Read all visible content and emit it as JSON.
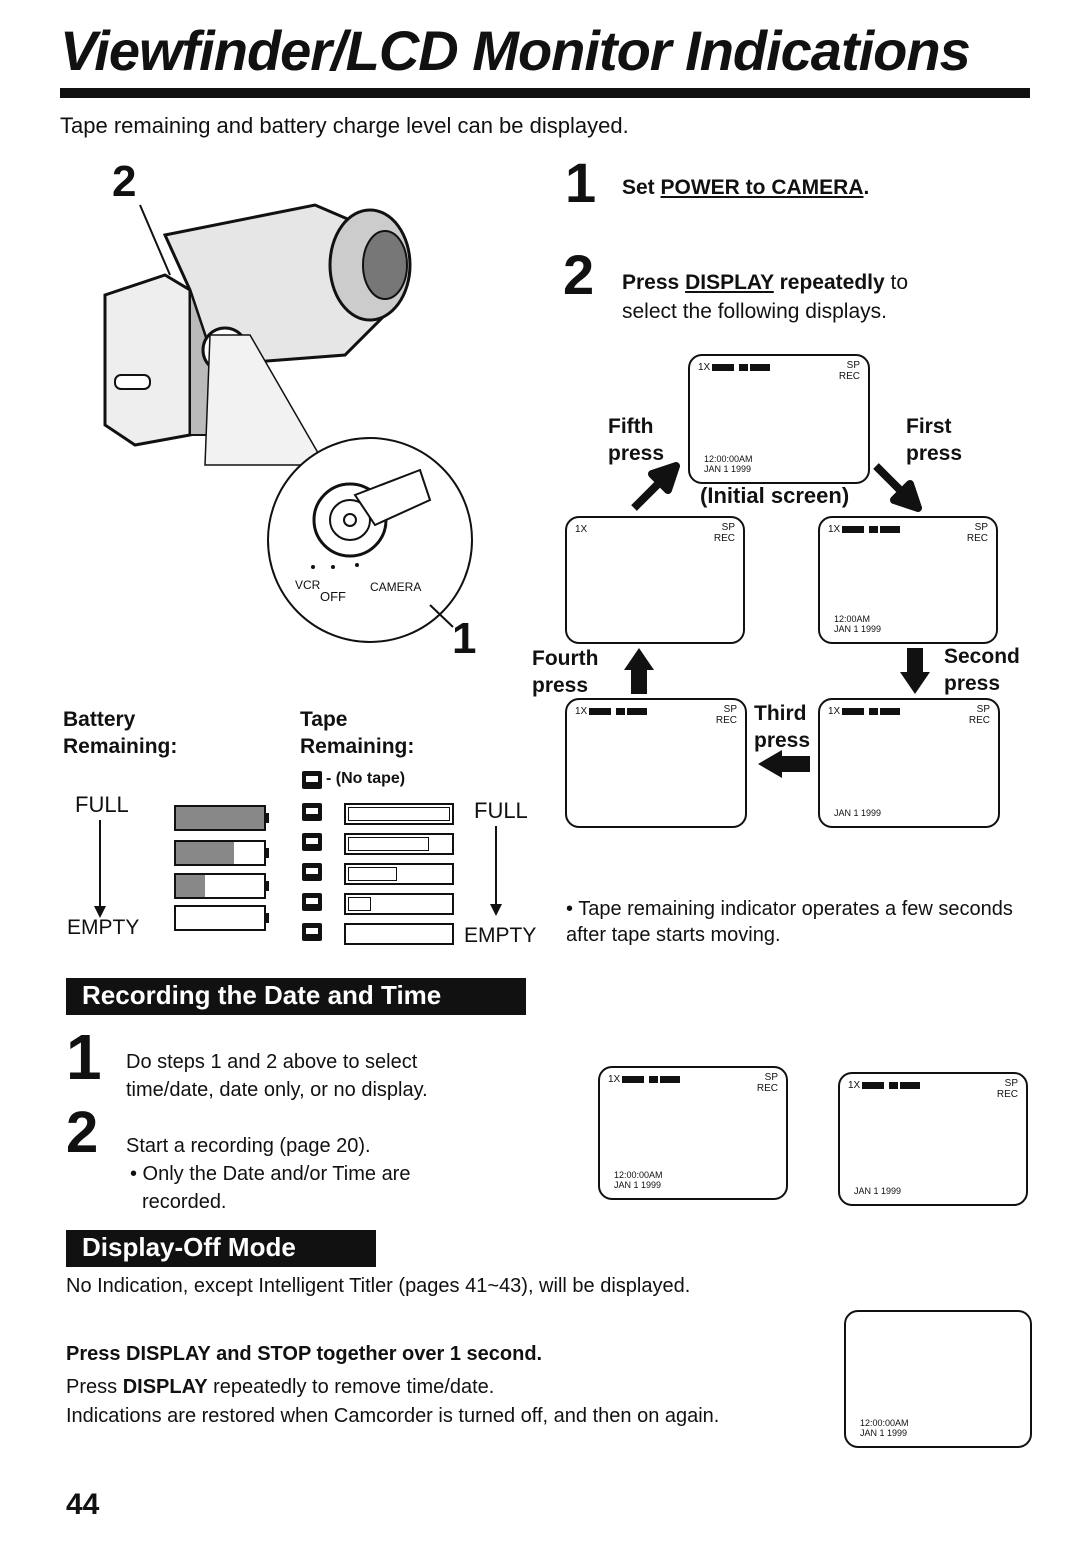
{
  "page": {
    "title": "Viewfinder/LCD Monitor Indications",
    "intro": "Tape remaining and battery charge level can be displayed.",
    "page_number": "44"
  },
  "illustration": {
    "step_callout_2": "2",
    "step_callout_1": "1",
    "switch": {
      "vcr": "VCR",
      "off": "OFF",
      "camera": "CAMERA"
    }
  },
  "steps": [
    {
      "num": "1",
      "prefix": "Set ",
      "key": "POWER to CAMERA",
      "suffix": "."
    },
    {
      "num": "2",
      "prefix": "Press ",
      "key": "DISPLAY",
      "mid": " repeatedly",
      "suffix": " to",
      "line2": "select the following displays."
    }
  ],
  "cycle": {
    "initial_label": "(Initial screen)",
    "first": [
      "First",
      "press"
    ],
    "second": [
      "Second",
      "press"
    ],
    "third": [
      "Third",
      "press"
    ],
    "fourth": [
      "Fourth",
      "press"
    ],
    "fifth": [
      "Fifth",
      "press"
    ]
  },
  "screen_text": {
    "zoom": "1X",
    "sp": "SP",
    "rec": "REC",
    "time_full": "12:00:00AM",
    "time_short": "12:00AM",
    "date": "JAN 1 1999"
  },
  "indicators": {
    "battery_heading": [
      "Battery",
      "Remaining:"
    ],
    "tape_heading": [
      "Tape",
      "Remaining:"
    ],
    "no_tape": "- (No tape)",
    "full": "FULL",
    "empty": "EMPTY",
    "battery_levels": [
      1.0,
      0.66,
      0.33,
      0.0
    ],
    "tape_levels": [
      1.0,
      0.8,
      0.5,
      0.25,
      0.0
    ],
    "note": "• Tape remaining indicator operates a few seconds after tape starts moving."
  },
  "recording": {
    "heading": "Recording the Date and Time",
    "step1_num": "1",
    "step1": [
      "Do steps 1 and 2 above to select",
      "time/date, date only, or no display."
    ],
    "step2_num": "2",
    "step2": "Start a recording (page 20).",
    "bullet": [
      "• Only the Date and/or Time are",
      "recorded."
    ]
  },
  "display_off": {
    "heading": "Display-Off Mode",
    "para1": "No Indication, except Intelligent Titler (pages 41~43), will be displayed.",
    "instruction": "Press DISPLAY and STOP together over 1 second.",
    "para2_prefix": "Press ",
    "para2_key": "DISPLAY",
    "para2_suffix": " repeatedly to remove time/date.",
    "para3": "Indications are restored when Camcorder is turned off, and then on again."
  }
}
